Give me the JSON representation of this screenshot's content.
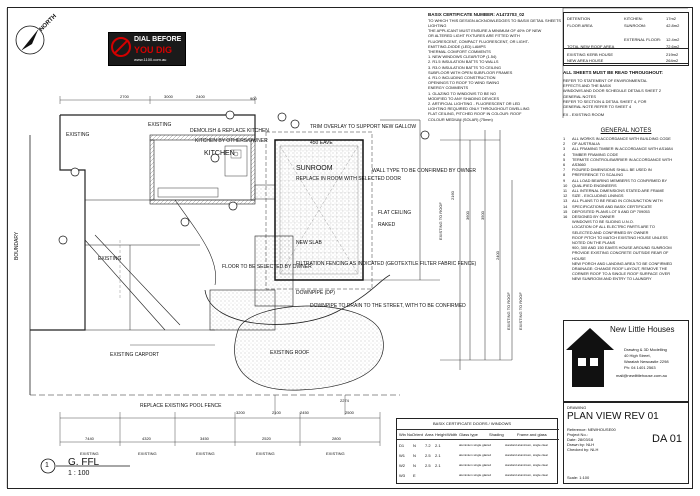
{
  "drawing": {
    "north_label": "NORTH",
    "dial_logo": {
      "line1": "DIAL BEFORE",
      "line2": "YOU DIG",
      "url": "www.1100.com.au"
    },
    "view_title": "G. FFL",
    "view_number": "1",
    "view_scale": "1 : 100",
    "room_labels": {
      "kitchen": "KITCHEN",
      "sunroom": "SUNROOM",
      "existing_roof": "EXISTING ROOF",
      "existing_carport": "EXISTING CARPORT",
      "existing_ne": "EXISTING",
      "existing_w": "EXISTING",
      "existing_nw": "EXISTING",
      "new_slab": "NEW SLAB",
      "boundary": "BOUNDARY",
      "fence_note": "REPLACE EXISTING POOL FENCE",
      "demolish_note": "DEMOLISH & REPLACE KITCHEN",
      "kitchen_note": "KITCHEN BY OTHERS/OWNER",
      "sunroom_note": "REPLACE IN ROOM WITH SELECTED DOOR"
    },
    "callouts": [
      "TRIM OVERLAY TO SUPPORT NEW GALLOW",
      "450 EAVE",
      "WALL TYPE TO BE CONFIRMED BY OWNER",
      "FLAT CEILING",
      "RAKED",
      "FLOOR TO BE SELECTED BY OWNER",
      "FILTRATION FENCING AS INDICATED (GEOTEXTILE FILTER FABRIC FENCE)",
      "DOWNPIPE (DP)",
      "DOWNPIPE TO DRAIN TO THE STREET, WITH TO BE CONFIRMED"
    ]
  },
  "basix": {
    "header": "BASIX CERTIFICATE NUMBER:",
    "number": "A1473703_02",
    "line2": "TO WHICH THIS DESIGN ACKNOWLEDGES TO BASIX DETAIL SHEETS",
    "items": [
      "LIGHTING",
      "THE APPLICANT MUST ENSURE A MINIMUM OF 40% OF NEW",
      "OR ALTERED LIGHT FIXTURES ARE FITTED WITH",
      "FLUORESCENT, COMPACT FLUORESCENT, OR LIGHT-",
      "EMITTING-DIODE (LED) LAMPS",
      "THERMAL COMFORT COMMENTS",
      "1.  NEW WINDOWS CLEAR/TOP (1.54)",
      "2.  R1.5 INSULATION BATTS TO WALLS",
      "3.  R3.0 INSULATION BATTS TO CEILING",
      "    SUBFLOOR WITH OPEN SUBFLOOR FRAMES",
      "4.  R1.0 INCLUDING CONSTRUCTION",
      "    OPENINGS TO ROOF TO WIND SWING",
      "ENERGY COMMENTS",
      "1.  GLAZING TO WINDOWS TO BE NO",
      "    MODIFIED TO ANY SHADING DEVICES",
      "2.  ARTIFICIAL LIGHTING - FLUORESCENT OR LED",
      "    LIGHTING REQUIRED ONLY THROUGHOUT DWELLING",
      "    FLAT CEILING, PITCHED ROOF IN COLOUR: ROOF",
      "    COLOUR MEDIUM (SOLAR) (75mm)"
    ]
  },
  "areas": {
    "rows": [
      {
        "left": "DETENTION",
        "mid": "KITCHEN:",
        "val": "17m2"
      },
      {
        "left": "FLOOR AREA",
        "mid": "SUNROOM:",
        "val": "42.8m2"
      },
      {
        "left": "",
        "mid": "",
        "val": ""
      },
      {
        "left": "",
        "mid": "EXTERNAL FLOOR:",
        "val": "12.4m2"
      },
      {
        "left": "TOTAL NEW ROOF AREA",
        "mid": "",
        "val": "72.6m2"
      },
      {
        "left": "EXISTING KERB HOUSE",
        "mid": "",
        "val": "219m2"
      },
      {
        "left": "NEW AREA HOUSE",
        "mid": "",
        "val": "264m2"
      }
    ]
  },
  "read_notes": {
    "heading": "ALL SHEETS MUST BE READ THROUGHOUT:",
    "lines": [
      "REFER TO STATEMENT OF ENVIRONMENTAL",
      "EFFECTS AND THE BASIX",
      "",
      "WINDOWS AND DOOR SCHEDULE DETAILS SHEET 2",
      "",
      "GENERAL NOTES",
      "REFER TO SECTION & DETAIL SHEET 4, FOR",
      "GENERAL NOTE REFER TO SHEET 4"
    ],
    "legend": "EX  -  EXISTING ROOM"
  },
  "general_notes": {
    "title": "GENERAL NOTES",
    "items": [
      "ALL WORKS IN ACCORDANCE WITH BUILDING CODE",
      "   OF AUSTRALIA",
      "ALL FRAMING TIMBER IN ACCORDANCE WITH AS1684",
      "   TIMBER FRAMING CODE",
      "TERMITE CONTROL/BARRIER IN ACCORDANCE WITH",
      "   AS3660",
      "FIGURED DIMENSIONS SHALL BE USED IN",
      "   PREFERENCE TO SCALING",
      "ALL LOAD BEARING MEMBERS TO CONFIRMED BY",
      "   QUALIFIED ENGINEERS",
      "ALL INTERNAL DIMENSIONS STATED ARE FRAME",
      "   SIZE - EXCLUDING LININGS",
      "ALL PLANS TO BE READ IN CONJUNCTION WITH",
      "   SPECIFICATIONS AND BASIX CERTIFICATE",
      "DEPOSITED PLANS LOT 5 AND DP 709053",
      "DESIGNED BY OWNER",
      "WINDOWS TO BE SLIDING U.N.O.",
      "LOCATION OF ALL ELECTRIC PARTS ARE TO",
      "   SELECTED AND CONFIRMED BY OWNER",
      "ROOF PITCH TO MATCH EXISTING HOUSE UNLESS",
      "   NOTED ON THE PLANS",
      "900, 300 AND 150 EAVES HOUSE AROUND SUNROOM",
      "PROVIDE EXISTING CONCRETE OUTSIDE REAR OF",
      "   HOUSE",
      "NEW PORCH AND LANDING AREA TO BE CONFIRMED",
      "DRAINAGE: CHANGE ROOF LAYOUT, REMOVE THE",
      "   CORNER ROOF TO A SINGLE ROOF SURFACE OVER",
      "   NEW SUNROOM AND ENTRY TO LAUNDRY"
    ],
    "numbers": [
      "1",
      "",
      "2",
      "",
      "3",
      "",
      "4",
      "",
      "5",
      "",
      "6",
      "",
      "7",
      "",
      "8",
      "9",
      "10",
      "11",
      "",
      "12",
      "",
      "13",
      "14",
      "",
      "15",
      "16",
      "",
      ""
    ]
  },
  "company": {
    "name": "New Little Houses",
    "tagline": "Drawing & 3D Modelling",
    "address1": "40 High Street,",
    "address2": "Waratah Newcastle 2298",
    "phone": "Ph: 04 1401 2563",
    "email": "mail@newlittlehouse.com.au"
  },
  "title_block": {
    "drawing_label": "DRAWING",
    "drawing_title": "PLAN VIEW REV 01",
    "fields": [
      {
        "k": "Reference:",
        "v": "NEWHOUSE00"
      },
      {
        "k": "Project No.:",
        "v": ""
      },
      {
        "k": "Date:",
        "v": "28/03/16"
      },
      {
        "k": "Drawn by:",
        "v": "NLH"
      },
      {
        "k": "Checked by:",
        "v": "NLH"
      }
    ],
    "sheet_no": "DA 01",
    "scale_label": "Scale:",
    "scale": "1:100"
  },
  "window_schedule": {
    "title": "BASIX CERTIFICATE DOORS / WINDOWS",
    "headers": [
      "Win No.",
      "Orient",
      "Area",
      "Height",
      "Width",
      "Glass type",
      "Shading",
      "Frame and glass"
    ],
    "rows": [
      [
        "D1",
        "N",
        "7.2",
        "2.1",
        "",
        "aluminium single glazed",
        "",
        "standard aluminium, single clear"
      ],
      [
        "W1",
        "N",
        "2.5",
        "2.1",
        "",
        "aluminium single glazed",
        "",
        "standard aluminium, single clear"
      ],
      [
        "W2",
        "N",
        "2.5",
        "2.1",
        "",
        "aluminium single glazed",
        "",
        "standard aluminium, single clear"
      ],
      [
        "W3",
        "E",
        "",
        "",
        "",
        "aluminium single glazed",
        "",
        "standard aluminium, single clear"
      ]
    ]
  },
  "dimensions": {
    "bottom": [
      "7440",
      "4320",
      "3450",
      "2520",
      "2800"
    ],
    "bottom_labels": [
      "EXISTING",
      "EXISTING",
      "EXISTING",
      "EXISTING",
      "EXISTING"
    ],
    "upper": [
      "2700",
      "2400",
      "3200",
      "2100",
      "2450",
      "2500"
    ],
    "right": [
      "2160",
      "3600",
      "3500",
      "2400"
    ],
    "right_labels": [
      "EXISTING TO ROOF",
      "EXISTING TO ROOF",
      "EXISTING TO ROOF"
    ],
    "misc": [
      "2274",
      "900",
      "3000"
    ]
  },
  "colors": {
    "ink": "#111111",
    "hatch": "#555555",
    "dial_red": "#d40000"
  }
}
